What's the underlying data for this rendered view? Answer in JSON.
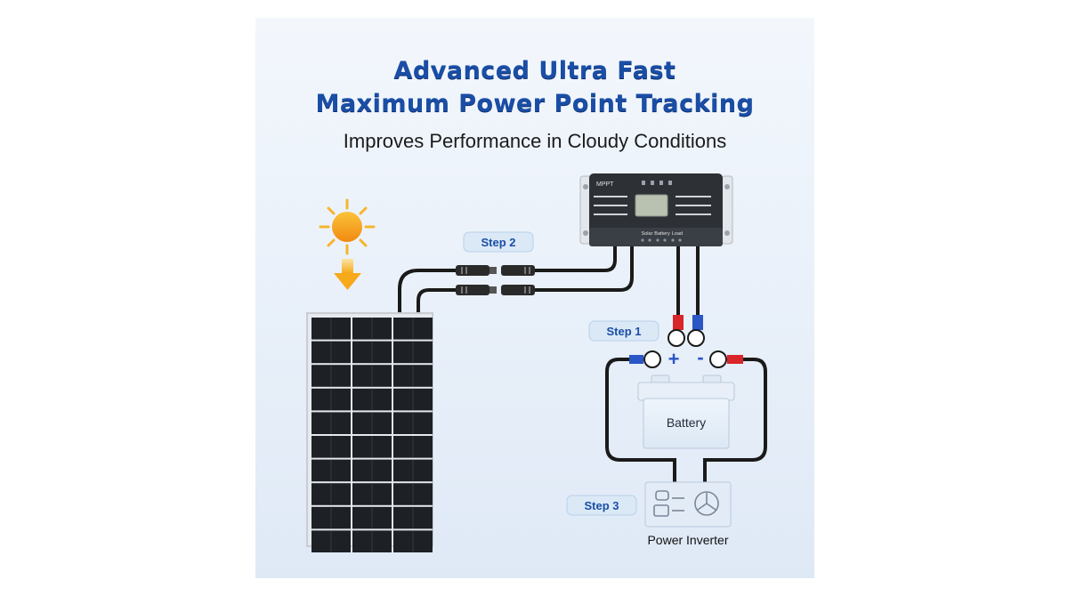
{
  "header": {
    "title_line1": "Advanced Ultra Fast",
    "title_line2": "Maximum Power Point Tracking",
    "subtitle": "Improves Performance in Cloudy Conditions"
  },
  "controller": {
    "model": "MPPT",
    "terminals": [
      "Solar",
      "Battery",
      "Load"
    ]
  },
  "steps": {
    "step1": "Step 1",
    "step2": "Step 2",
    "step3": "Step 3"
  },
  "battery": {
    "label": "Battery",
    "plus": "+",
    "minus": "-"
  },
  "inverter": {
    "label": "Power Inverter"
  },
  "icons": [
    "sun-icon",
    "arrow-down-icon",
    "solar-panel-icon",
    "charge-controller-icon",
    "battery-icon",
    "power-inverter-icon"
  ],
  "colors": {
    "title": "#1a4ea6",
    "step_badge": "#dbe9f7",
    "step_text": "#1a4ea6",
    "positive": "#d9262b",
    "negative": "#2a56c6",
    "sun": "#f6a91a",
    "arrow": "#f6a91a"
  }
}
